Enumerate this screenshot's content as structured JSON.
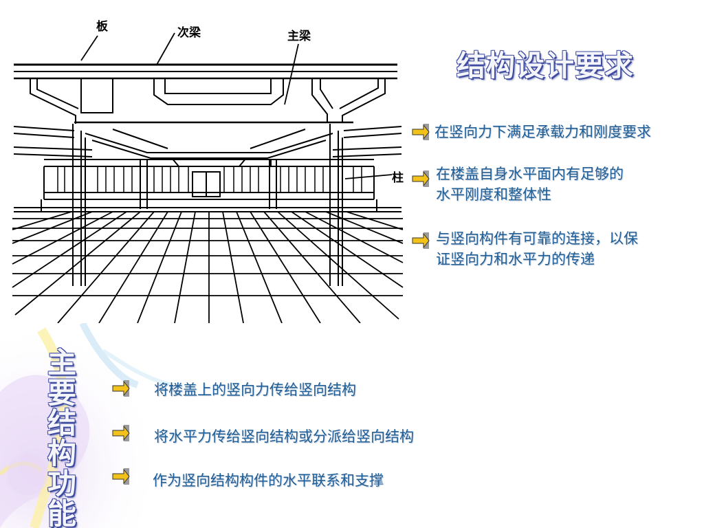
{
  "diagram_labels": {
    "slab": "板",
    "secondary_beam": "次梁",
    "main_beam": "主梁",
    "column": "柱"
  },
  "requirements": {
    "title": "结构设计要求",
    "items": [
      {
        "line1": "在竖向力下满足承载力和刚度要求",
        "line2": ""
      },
      {
        "line1": "在楼盖自身水平面内有足够的",
        "line2": "水平刚度和整体性"
      },
      {
        "line1": "与竖向构件有可靠的连接，以保",
        "line2": "证竖向力和水平力的传递"
      }
    ]
  },
  "functions": {
    "title_chars": [
      "主",
      "要",
      "结",
      "构",
      "功",
      "能"
    ],
    "items": [
      {
        "text": "将楼盖上的竖向力传给竖向结构"
      },
      {
        "text": "将水平力传给竖向结构或分派给竖向结构"
      },
      {
        "text": "作为竖向结构构件的水平联系和支撑"
      }
    ]
  },
  "icons": {
    "bullet": "arrow-bullet-icon"
  },
  "colors": {
    "bullet_text": "#1f5e97",
    "title_outline": "#3e4ba0",
    "bullet_arrow": "#f2c21b"
  }
}
